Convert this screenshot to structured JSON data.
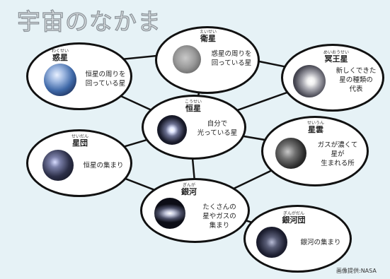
{
  "title": "宇宙のなかま",
  "credit": "画像提供:NASA",
  "colors": {
    "background": "#e6f2f6",
    "outline": "#111111",
    "node_fill": "#ffffff"
  },
  "nodes": [
    {
      "id": "wakusei",
      "ruby": "わくせい",
      "name": "惑星",
      "desc": "恒星の周りを\n回っている星",
      "photo": "earth"
    },
    {
      "id": "eisei",
      "ruby": "えいせい",
      "name": "衛星",
      "desc": "惑星の周りを\n回っている星",
      "photo": "moon"
    },
    {
      "id": "meiousei",
      "ruby": "めいおうせい",
      "name": "冥王星",
      "desc": "新しくできた\n星の種類の\n代表",
      "photo": "pluto"
    },
    {
      "id": "kousei",
      "ruby": "こうせい",
      "name": "恒星",
      "desc": "自分で\n光っている星",
      "photo": "star"
    },
    {
      "id": "seidan",
      "ruby": "せいだん",
      "name": "星団",
      "desc": "恒星の集まり",
      "photo": "cluster"
    },
    {
      "id": "seiun",
      "ruby": "せいうん",
      "name": "星雲",
      "desc": "ガスが濃くて\n星が\n生まれる所",
      "photo": "nebula"
    },
    {
      "id": "ginga",
      "ruby": "ぎんが",
      "name": "銀河",
      "desc": "たくさんの\n星やガスの\n集まり",
      "photo": "galaxy"
    },
    {
      "id": "gingadan",
      "ruby": "ぎんがだん",
      "name": "銀河団",
      "desc": "銀河の集まり",
      "photo": "galaxy-cluster"
    }
  ]
}
